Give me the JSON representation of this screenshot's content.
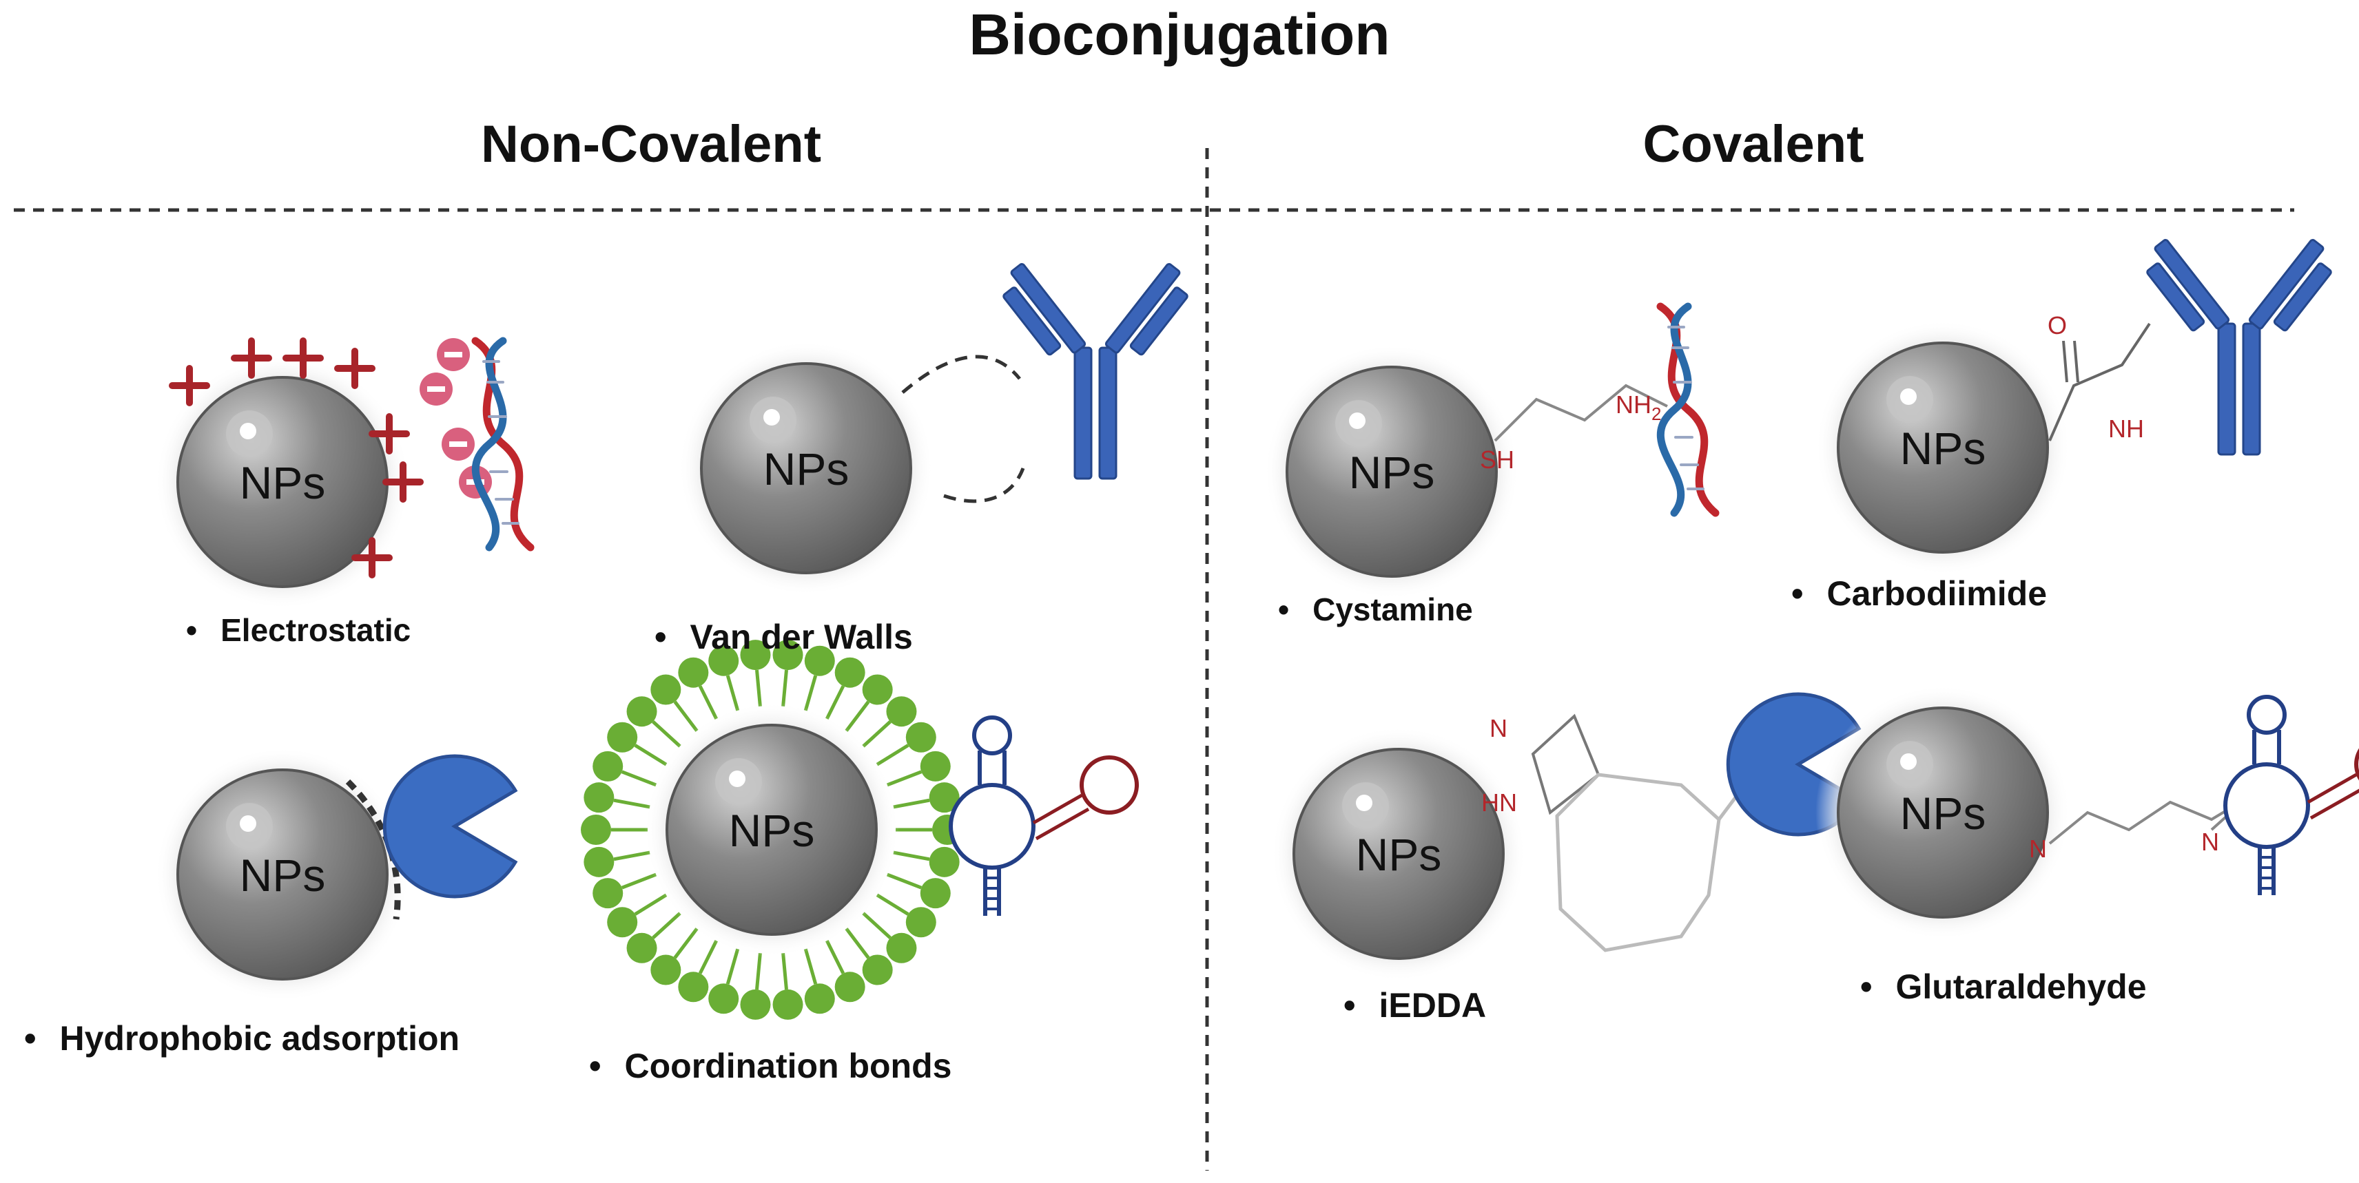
{
  "title": "Bioconjugation",
  "sections": {
    "left": {
      "title": "Non-Covalent"
    },
    "right": {
      "title": "Covalent"
    }
  },
  "np_label": "NPs",
  "items": {
    "electrostatic": "Electrostatic",
    "van_der_walls": "Van der Walls",
    "hydrophobic": "Hydrophobic adsorption",
    "coordination": "Coordination bonds",
    "cystamine": "Cystamine",
    "carbodiimide": "Carbodiimide",
    "iedda": "iEDDA",
    "glutaraldehyde": "Glutaraldehyde"
  },
  "chem_labels": {
    "sh": "SH",
    "nh2": "NH",
    "nh2_sub": "2",
    "o": "O",
    "nh": "NH",
    "n": "N",
    "hn": "HN"
  },
  "colors": {
    "np_grey": "#7d7d7d",
    "positive_charge": "#a8242a",
    "negative_charge": "#d9607e",
    "antibody_blue": "#3a64b8",
    "enzyme_blue": "#3b6dc2",
    "lipid_green": "#6aae35",
    "dna_red": "#c0272d",
    "dna_blue": "#2a6aa8",
    "chem_red": "#b3262b"
  }
}
